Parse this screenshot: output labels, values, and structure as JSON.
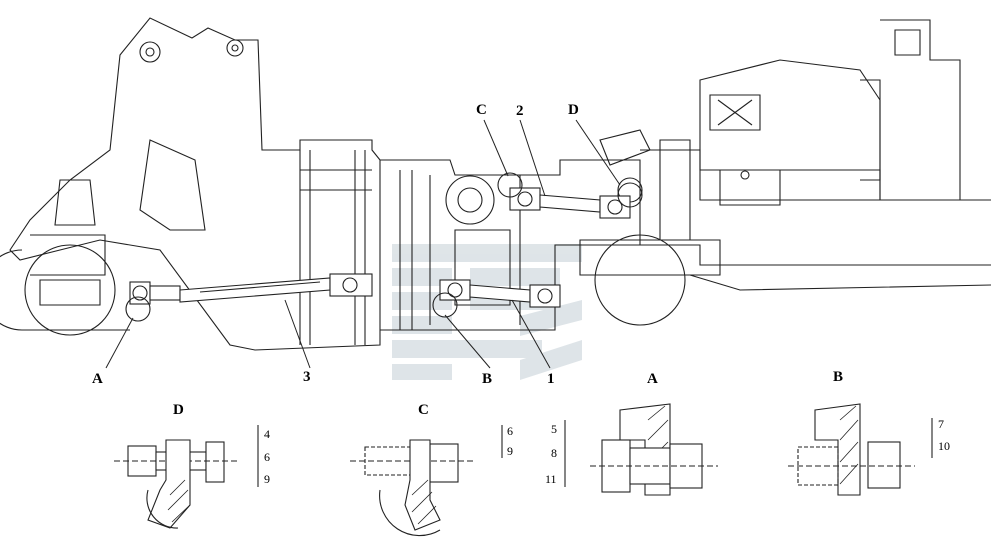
{
  "callouts": {
    "a": "A",
    "b": "B",
    "c": "C",
    "d": "D",
    "n1": "1",
    "n2": "2",
    "n3": "3"
  },
  "details": {
    "d": {
      "title": "D",
      "parts": [
        "4",
        "6",
        "9"
      ]
    },
    "c": {
      "title": "C",
      "parts": [
        "6",
        "9"
      ]
    },
    "a": {
      "title": "A",
      "parts": [
        "5",
        "8",
        "11"
      ]
    },
    "b": {
      "title": "B",
      "parts": [
        "7",
        "10"
      ]
    }
  }
}
